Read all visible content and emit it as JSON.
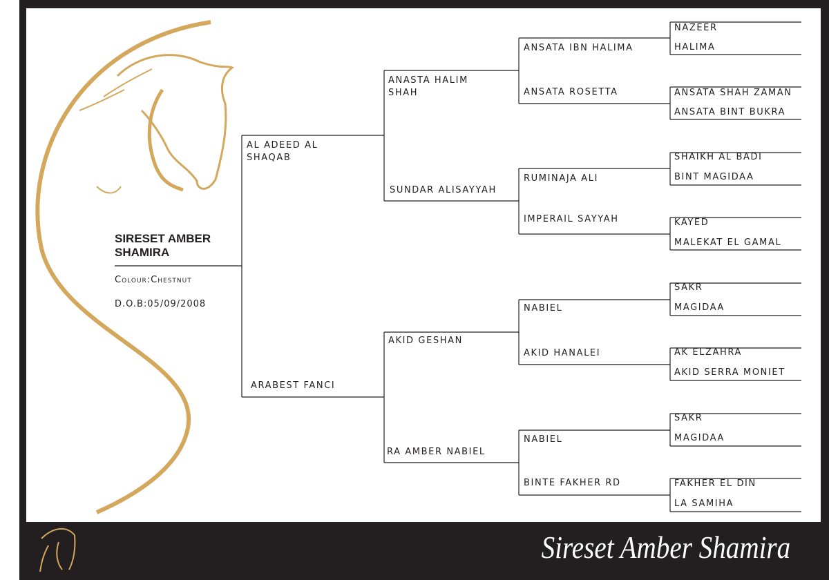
{
  "subject": {
    "name": "SIRESET AMBER SHAMIRA",
    "colour": "Colour:Chestnut",
    "dob": "D.O.B:05/09/2008"
  },
  "footer_title": "Sireset Amber Shamira",
  "pedigree": {
    "gen1": [
      "AL ADEED AL SHAQAB",
      "ARABEST FANCI"
    ],
    "gen2": [
      "ANASTA HALIM SHAH",
      "SUNDAR ALISAYYAH",
      "AKID GESHAN",
      "RA AMBER NABIEL"
    ],
    "gen3": [
      "ANSATA IBN HALIMA",
      "ANSATA ROSETTA",
      "RUMINAJA ALI",
      "IMPERAIL SAYYAH",
      "NABIEL",
      "AKID HANALEI",
      "NABIEL",
      "BINTE FAKHER RD"
    ],
    "gen4": [
      "NAZEER",
      "HALIMA",
      "ANSATA SHAH ZAMAN",
      "ANSATA BINT BUKRA",
      "SHAIKH AL BADI",
      "BINT MAGIDAA",
      "KAYED",
      "MALEKAT EL GAMAL",
      "SAKR",
      "MAGIDAA",
      "AK ELZAHRA",
      "AKID SERRA MONIET",
      "SAKR",
      "MAGIDAA",
      "FAKHER EL DIN",
      "LA SAMIHA"
    ]
  },
  "colors": {
    "gold": "#d4a85c",
    "dark": "#231f20"
  }
}
